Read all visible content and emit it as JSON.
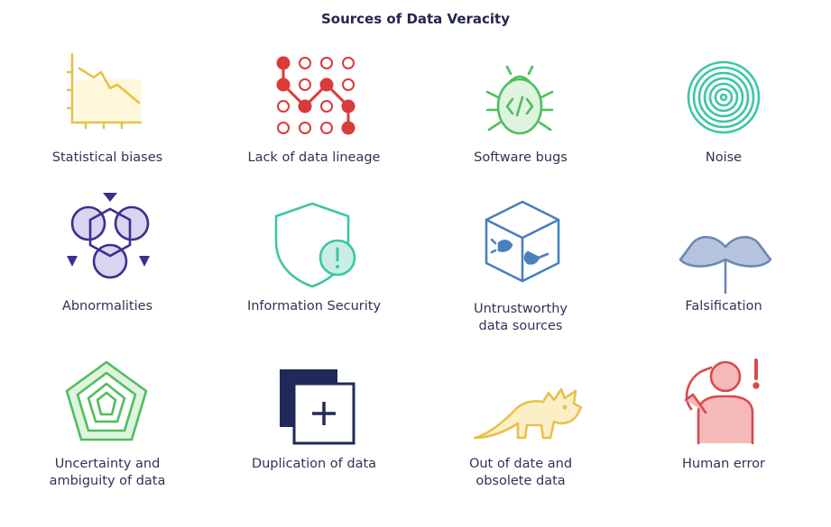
{
  "title": "Sources of Data Veracity",
  "items": [
    {
      "label": "Statistical biases",
      "icon": "line-chart-decline-icon",
      "color": "#e6c24a"
    },
    {
      "label": "Lack of data lineage",
      "icon": "dot-grid-path-icon",
      "color": "#d93a3a"
    },
    {
      "label": "Software bugs",
      "icon": "bug-code-icon",
      "color": "#4fbf5a"
    },
    {
      "label": "Noise",
      "icon": "concentric-circles-icon",
      "color": "#3cc6a6"
    },
    {
      "label": "Abnormalities",
      "icon": "overlapping-circles-icon",
      "color": "#3b2f8f"
    },
    {
      "label": "Information Security",
      "icon": "shield-alert-icon",
      "color": "#3cc6a6"
    },
    {
      "label": "Untrustworthy\ndata sources",
      "icon": "cube-plug-icon",
      "color": "#4a7fbd"
    },
    {
      "label": "Falsification",
      "icon": "mustache-icon",
      "color": "#6d86b5"
    },
    {
      "label": "Uncertainty and\nambiguity of data",
      "icon": "nested-pentagon-icon",
      "color": "#4fbf5a"
    },
    {
      "label": "Duplication of data",
      "icon": "duplicate-square-icon",
      "color": "#1f2a5a"
    },
    {
      "label": "Out of date and\nobsolete data",
      "icon": "dinosaur-icon",
      "color": "#e6c24a"
    },
    {
      "label": "Human error",
      "icon": "confused-person-icon",
      "color": "#d94a4a"
    }
  ]
}
